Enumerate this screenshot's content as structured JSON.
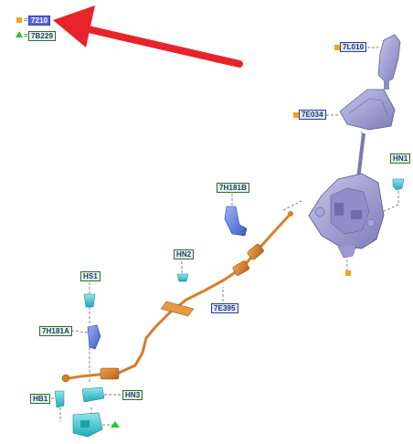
{
  "legend": {
    "square_code": "7210",
    "triangle_code": "7B229",
    "square_color": "#f4a21c",
    "triangle_color": "#2cc52c"
  },
  "labels": {
    "l7L010": "7L010",
    "l7E034": "7E034",
    "lHN1": "HN1",
    "l7H181B": "7H181B",
    "lHN2": "HN2",
    "lHS1": "HS1",
    "l7E395": "7E395",
    "l7H181A": "7H181A",
    "lHB1": "HB1",
    "lHN3": "HN3"
  },
  "colors": {
    "arrow": "#e8232b",
    "shifter": "#a09fd3",
    "cable": "#d98026",
    "bracket": "#5b78d6",
    "clip": "#31c4cf"
  }
}
